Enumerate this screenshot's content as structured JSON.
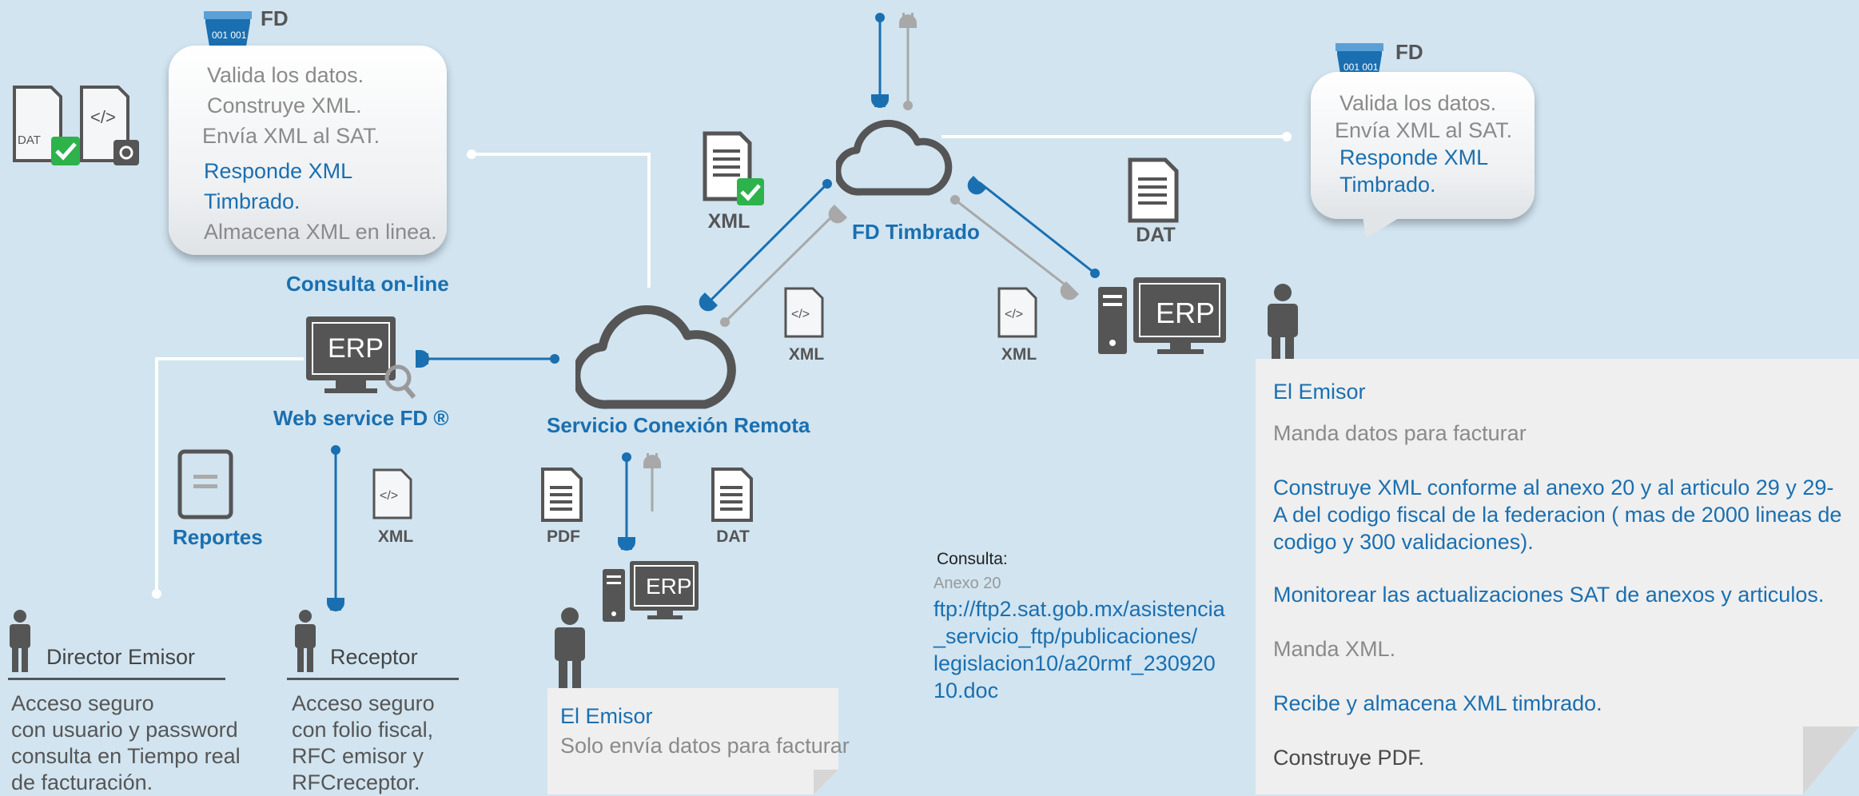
{
  "colors": {
    "accent": "#1a6fb0",
    "grey_text": "#8a8a8a",
    "dark_icon": "#555555",
    "background": "#d1e4f0",
    "panel": "#efefef",
    "green_check": "#2eb24b"
  },
  "fd_left": {
    "label": "FD",
    "lines": [
      {
        "text": "Valida los datos.",
        "tone": "grey"
      },
      {
        "text": "Construye XML.",
        "tone": "grey"
      },
      {
        "text": "Envía XML al SAT.",
        "tone": "grey"
      },
      {
        "text": "Responde  XML",
        "tone": "blue"
      },
      {
        "text": "Timbrado.",
        "tone": "blue"
      },
      {
        "text": "Almacena XML en linea.",
        "tone": "grey"
      }
    ]
  },
  "fd_right": {
    "label": "FD",
    "lines": [
      {
        "text": "Valida los datos.",
        "tone": "grey"
      },
      {
        "text": "Envía XML al SAT.",
        "tone": "grey"
      },
      {
        "text": "Responde  XML",
        "tone": "blue"
      },
      {
        "text": "Timbrado.",
        "tone": "blue"
      }
    ]
  },
  "top_left_icons": {
    "dat": "DAT",
    "code": "</>"
  },
  "clouds": {
    "timbrado": "FD Timbrado",
    "remote": "Servicio Conexión  Remota"
  },
  "labels": {
    "consulta_online": "Consulta on-line",
    "web_service": "Web service FD ®",
    "reportes": "Reportes"
  },
  "erp_text": "ERP",
  "files": {
    "xml_checked": "XML",
    "xml_mid": "XML",
    "xml_right": "XML",
    "dat_right": "DAT",
    "xml_left": "XML",
    "pdf": "PDF",
    "dat_bottom": "DAT"
  },
  "people": {
    "director": {
      "title": "Director Emisor",
      "lines": [
        "Acceso seguro",
        "con usuario y password",
        "consulta en Tiempo real",
        "de facturación."
      ]
    },
    "receptor": {
      "title": "Receptor",
      "lines": [
        "Acceso seguro",
        "con folio fiscal,",
        "RFC emisor y",
        "RFCreceptor."
      ]
    }
  },
  "emisor_small": {
    "title": "El Emisor",
    "text": "Solo envía datos para facturar"
  },
  "consulta": {
    "heading": "Consulta:",
    "sub": "Anexo 20",
    "link_lines": [
      "ftp://ftp2.sat.gob.mx/asistencia",
      "_servicio_ftp/publicaciones/",
      "legislacion10/a20rmf_230920",
      "10.doc"
    ]
  },
  "emisor_panel": {
    "title": "El Emisor",
    "items": [
      {
        "text": "Manda datos para facturar",
        "tone": "grey"
      },
      {
        "text": "Construye XML conforme al anexo 20 y al articulo 29 y 29-A  del codigo fiscal de la federacion ( mas de 2000 lineas de codigo y 300 validaciones).",
        "tone": "blue"
      },
      {
        "text": "Monitorear las actualizaciones SAT de anexos y articulos.",
        "tone": "blue"
      },
      {
        "text": "Manda XML.",
        "tone": "grey"
      },
      {
        "text": "Recibe y almacena XML timbrado.",
        "tone": "blue"
      },
      {
        "text": "Construye PDF.",
        "tone": "dark"
      }
    ]
  }
}
